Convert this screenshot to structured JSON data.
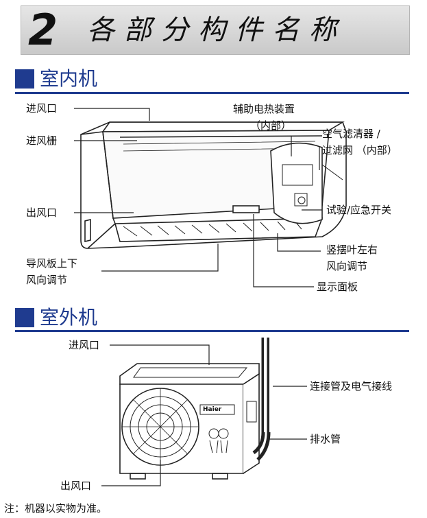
{
  "banner": {
    "number": "2",
    "title": "各部分构件名称"
  },
  "indoor": {
    "heading": "室内机",
    "labels": {
      "air_inlet": "进风口",
      "inlet_grille": "进风栅",
      "aux_heater_1": "辅助电热装置",
      "aux_heater_2": "（内部）",
      "filter_1": "空气滤清器 /",
      "filter_2": "过滤网 （内部）",
      "air_outlet": "出风口",
      "test_switch": "试验/应急开关",
      "louver_ud_1": "导风板上下",
      "louver_ud_2": "风向调节",
      "vane_lr_1": "竖摆叶左右",
      "vane_lr_2": "风向调节",
      "display": "显示面板"
    }
  },
  "outdoor": {
    "heading": "室外机",
    "labels": {
      "air_inlet": "进风口",
      "pipes": "连接管及电气接线",
      "drain": "排水管",
      "air_outlet": "出风口"
    },
    "brand": "Haier"
  },
  "note": "注：机器以实物为准。",
  "colors": {
    "accent": "#1f3b8f",
    "banner": "#d4d4d4"
  }
}
